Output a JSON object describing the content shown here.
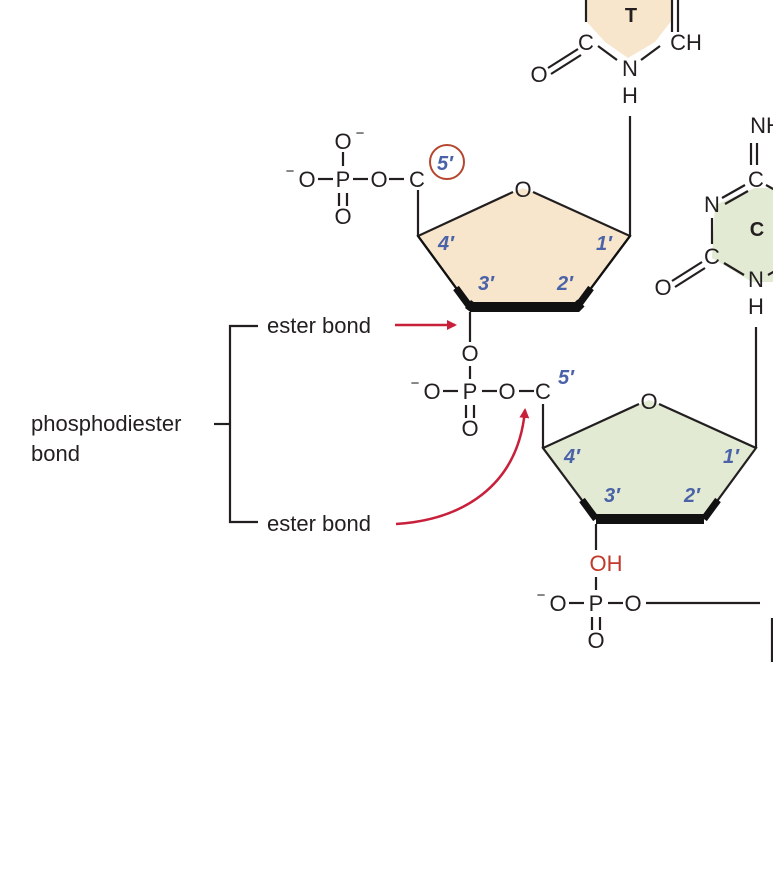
{
  "labels": {
    "phosphodiester_line1": "phosphodiester",
    "phosphodiester_line2": "bond",
    "ester_bond_top": "ester bond",
    "ester_bond_bottom": "ester bond"
  },
  "atoms": {
    "O": "O",
    "P": "P",
    "C": "C",
    "N": "N",
    "H": "H",
    "CH": "CH",
    "NH": "NH",
    "OH": "OH",
    "minus": "−"
  },
  "bases": {
    "top": "T",
    "bottom": "C"
  },
  "carbon_numbers": {
    "c1": "1′",
    "c2": "2′",
    "c3": "3′",
    "c4": "4′",
    "c5": "5′"
  },
  "colors": {
    "top_sugar": "#f8e6cc",
    "bottom_sugar": "#e2ead3",
    "arrow": "#c8203b",
    "carbon_number": "#4a63a8",
    "hydroxyl": "#c0392b",
    "circle": "#b5472f"
  }
}
